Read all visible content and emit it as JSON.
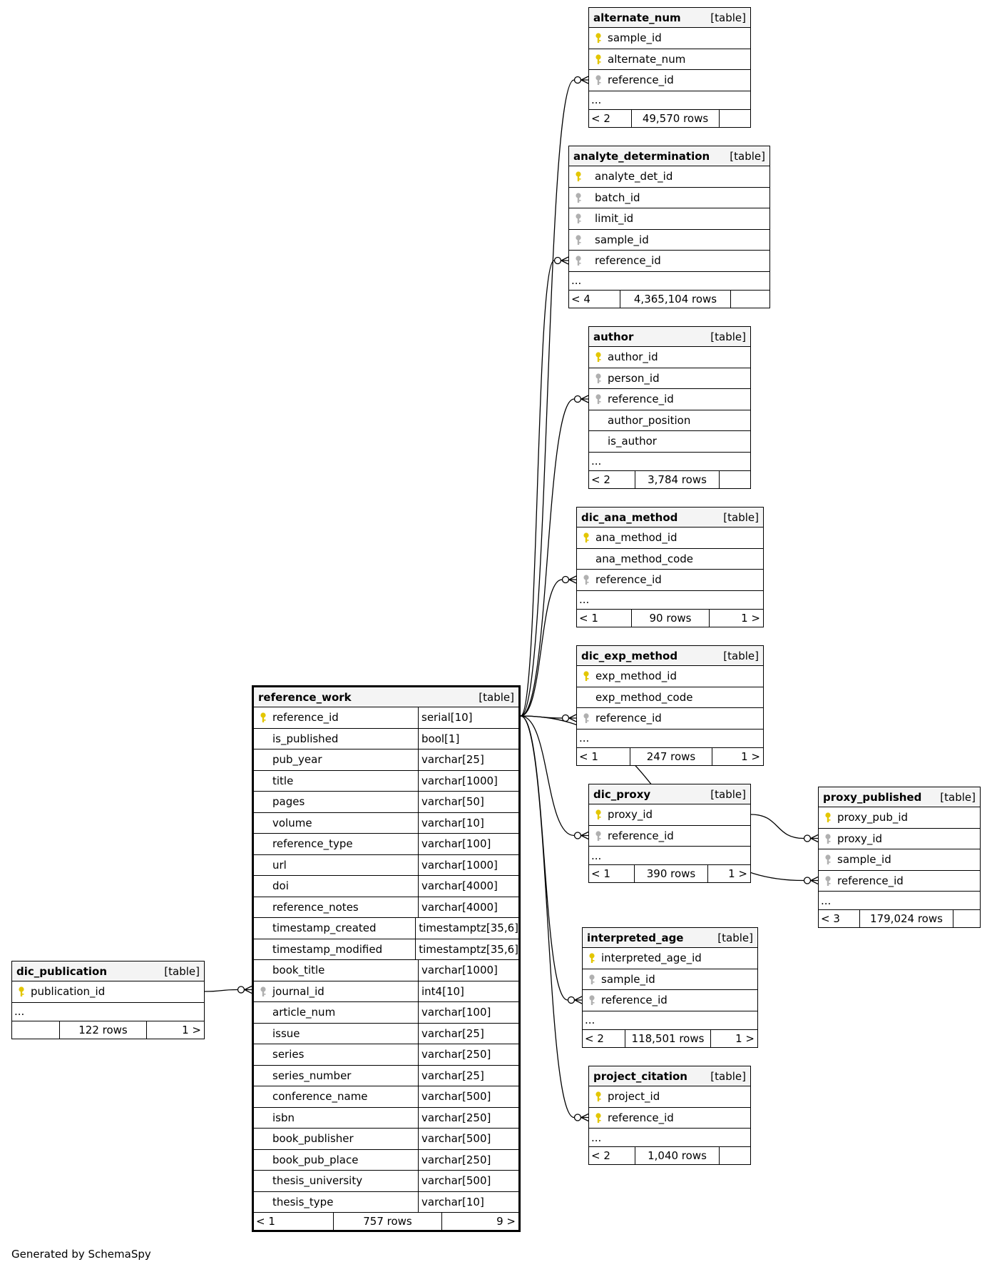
{
  "footer": "Generated by SchemaSpy",
  "colors": {
    "primary_key": "#e3c600",
    "foreign_key": "#b0b0b0",
    "header_bg": "#f4f4f4"
  },
  "tables": {
    "alternate_num": {
      "name": "alternate_num",
      "kind": "[table]",
      "columns": [
        {
          "name": "sample_id",
          "key": "pk"
        },
        {
          "name": "alternate_num",
          "key": "pk"
        },
        {
          "name": "reference_id",
          "key": "fk"
        }
      ],
      "ellipsis": "...",
      "parents": "< 2",
      "rows": "49,570 rows",
      "children": ""
    },
    "analyte_determination": {
      "name": "analyte_determination",
      "kind": "[table]",
      "columns": [
        {
          "name": "analyte_det_id",
          "key": "pk"
        },
        {
          "name": "batch_id",
          "key": "fk"
        },
        {
          "name": "limit_id",
          "key": "fk"
        },
        {
          "name": "sample_id",
          "key": "fk"
        },
        {
          "name": "reference_id",
          "key": "fk"
        }
      ],
      "ellipsis": "...",
      "parents": "< 4",
      "rows": "4,365,104 rows",
      "children": ""
    },
    "author": {
      "name": "author",
      "kind": "[table]",
      "columns": [
        {
          "name": "author_id",
          "key": "pk"
        },
        {
          "name": "person_id",
          "key": "fk"
        },
        {
          "name": "reference_id",
          "key": "fk"
        },
        {
          "name": "author_position",
          "key": ""
        },
        {
          "name": "is_author",
          "key": ""
        }
      ],
      "ellipsis": "...",
      "parents": "< 2",
      "rows": "3,784 rows",
      "children": ""
    },
    "dic_ana_method": {
      "name": "dic_ana_method",
      "kind": "[table]",
      "columns": [
        {
          "name": "ana_method_id",
          "key": "pk"
        },
        {
          "name": "ana_method_code",
          "key": ""
        },
        {
          "name": "reference_id",
          "key": "fk"
        }
      ],
      "ellipsis": "...",
      "parents": "< 1",
      "rows": "90 rows",
      "children": "1 >"
    },
    "dic_exp_method": {
      "name": "dic_exp_method",
      "kind": "[table]",
      "columns": [
        {
          "name": "exp_method_id",
          "key": "pk"
        },
        {
          "name": "exp_method_code",
          "key": ""
        },
        {
          "name": "reference_id",
          "key": "fk"
        }
      ],
      "ellipsis": "...",
      "parents": "< 1",
      "rows": "247 rows",
      "children": "1 >"
    },
    "dic_proxy": {
      "name": "dic_proxy",
      "kind": "[table]",
      "columns": [
        {
          "name": "proxy_id",
          "key": "pk"
        },
        {
          "name": "reference_id",
          "key": "fk"
        }
      ],
      "ellipsis": "...",
      "parents": "< 1",
      "rows": "390 rows",
      "children": "1 >"
    },
    "proxy_published": {
      "name": "proxy_published",
      "kind": "[table]",
      "columns": [
        {
          "name": "proxy_pub_id",
          "key": "pk"
        },
        {
          "name": "proxy_id",
          "key": "fk"
        },
        {
          "name": "sample_id",
          "key": "fk"
        },
        {
          "name": "reference_id",
          "key": "fk"
        }
      ],
      "ellipsis": "...",
      "parents": "< 3",
      "rows": "179,024 rows",
      "children": ""
    },
    "interpreted_age": {
      "name": "interpreted_age",
      "kind": "[table]",
      "columns": [
        {
          "name": "interpreted_age_id",
          "key": "pk"
        },
        {
          "name": "sample_id",
          "key": "fk"
        },
        {
          "name": "reference_id",
          "key": "fk"
        }
      ],
      "ellipsis": "...",
      "parents": "< 2",
      "rows": "118,501 rows",
      "children": "1 >"
    },
    "project_citation": {
      "name": "project_citation",
      "kind": "[table]",
      "columns": [
        {
          "name": "project_id",
          "key": "pk"
        },
        {
          "name": "reference_id",
          "key": "pk"
        }
      ],
      "ellipsis": "...",
      "parents": "< 2",
      "rows": "1,040 rows",
      "children": ""
    },
    "dic_publication": {
      "name": "dic_publication",
      "kind": "[table]",
      "columns": [
        {
          "name": "publication_id",
          "key": "pk"
        }
      ],
      "ellipsis": "...",
      "parents": "",
      "rows": "122 rows",
      "children": "1 >"
    },
    "reference_work": {
      "name": "reference_work",
      "kind": "[table]",
      "columns": [
        {
          "name": "reference_id",
          "type": "serial[10]",
          "key": "pk"
        },
        {
          "name": "is_published",
          "type": "bool[1]",
          "key": ""
        },
        {
          "name": "pub_year",
          "type": "varchar[25]",
          "key": ""
        },
        {
          "name": "title",
          "type": "varchar[1000]",
          "key": ""
        },
        {
          "name": "pages",
          "type": "varchar[50]",
          "key": ""
        },
        {
          "name": "volume",
          "type": "varchar[10]",
          "key": ""
        },
        {
          "name": "reference_type",
          "type": "varchar[100]",
          "key": ""
        },
        {
          "name": "url",
          "type": "varchar[1000]",
          "key": ""
        },
        {
          "name": "doi",
          "type": "varchar[4000]",
          "key": ""
        },
        {
          "name": "reference_notes",
          "type": "varchar[4000]",
          "key": ""
        },
        {
          "name": "timestamp_created",
          "type": "timestamptz[35,6]",
          "key": ""
        },
        {
          "name": "timestamp_modified",
          "type": "timestamptz[35,6]",
          "key": ""
        },
        {
          "name": "book_title",
          "type": "varchar[1000]",
          "key": ""
        },
        {
          "name": "journal_id",
          "type": "int4[10]",
          "key": "fk"
        },
        {
          "name": "article_num",
          "type": "varchar[100]",
          "key": ""
        },
        {
          "name": "issue",
          "type": "varchar[25]",
          "key": ""
        },
        {
          "name": "series",
          "type": "varchar[250]",
          "key": ""
        },
        {
          "name": "series_number",
          "type": "varchar[25]",
          "key": ""
        },
        {
          "name": "conference_name",
          "type": "varchar[500]",
          "key": ""
        },
        {
          "name": "isbn",
          "type": "varchar[250]",
          "key": ""
        },
        {
          "name": "book_publisher",
          "type": "varchar[500]",
          "key": ""
        },
        {
          "name": "book_pub_place",
          "type": "varchar[250]",
          "key": ""
        },
        {
          "name": "thesis_university",
          "type": "varchar[500]",
          "key": ""
        },
        {
          "name": "thesis_type",
          "type": "varchar[10]",
          "key": ""
        }
      ],
      "parents": "< 1",
      "rows": "757 rows",
      "children": "9 >"
    }
  },
  "relationships": [
    {
      "from": "reference_work.reference_id",
      "to": "alternate_num.reference_id"
    },
    {
      "from": "reference_work.reference_id",
      "to": "analyte_determination.reference_id"
    },
    {
      "from": "reference_work.reference_id",
      "to": "author.reference_id"
    },
    {
      "from": "reference_work.reference_id",
      "to": "dic_ana_method.reference_id"
    },
    {
      "from": "reference_work.reference_id",
      "to": "dic_exp_method.reference_id"
    },
    {
      "from": "reference_work.reference_id",
      "to": "dic_proxy.reference_id"
    },
    {
      "from": "reference_work.reference_id",
      "to": "proxy_published.reference_id"
    },
    {
      "from": "reference_work.reference_id",
      "to": "interpreted_age.reference_id"
    },
    {
      "from": "reference_work.reference_id",
      "to": "project_citation.reference_id"
    },
    {
      "from": "dic_proxy.proxy_id",
      "to": "proxy_published.proxy_id"
    },
    {
      "from": "dic_publication.publication_id",
      "to": "reference_work.journal_id"
    }
  ]
}
